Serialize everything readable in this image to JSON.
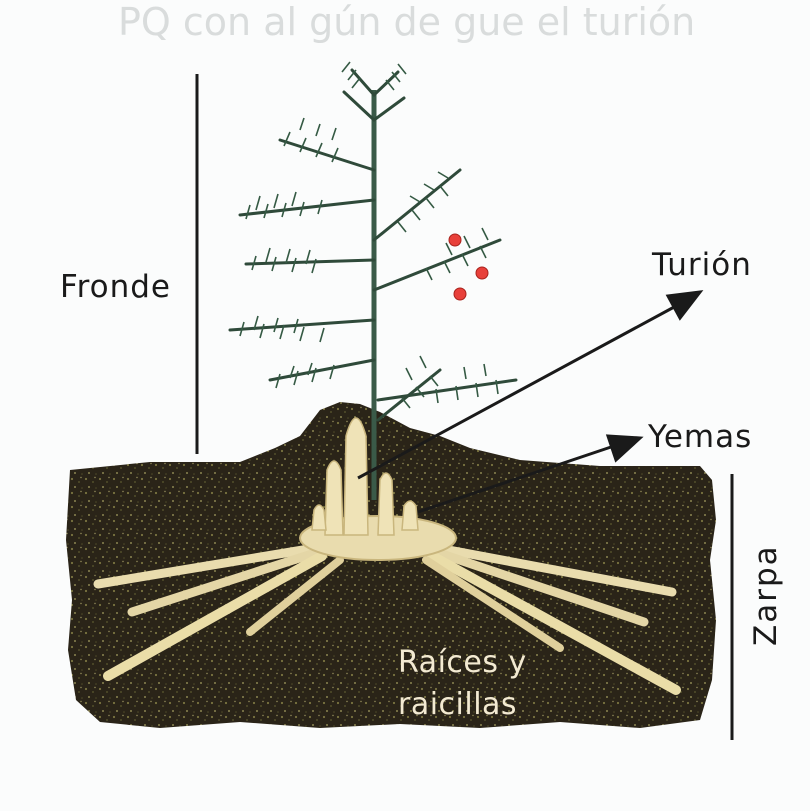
{
  "header": {
    "faded_text": "PQ con al gún de gue el turión"
  },
  "labels": {
    "fronde": "Fronde",
    "turion": "Turión",
    "yemas": "Yemas",
    "zarpa": "Zarpa",
    "roots_line1": "Raíces y",
    "roots_line2": "raicillas"
  },
  "colors": {
    "soil": "#2a2418",
    "soil_speckle": "#6e6a3a",
    "fern": "#2f4a3a",
    "roots": "#e9dcae",
    "berries": "#e8403a",
    "lines": "#1a1a1a"
  }
}
